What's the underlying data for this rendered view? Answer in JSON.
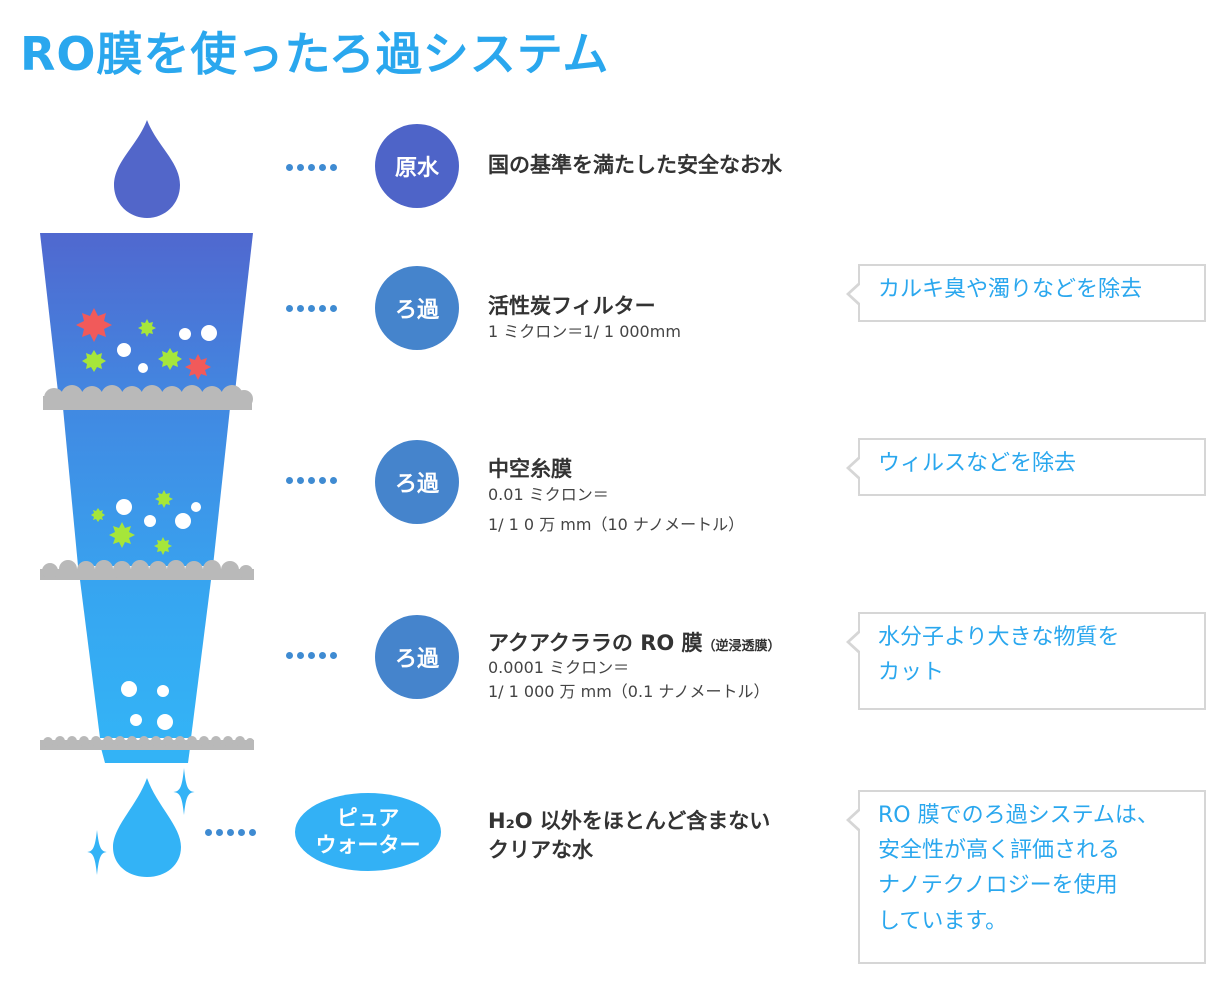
{
  "title": "RO膜を使ったろ過システム",
  "colors": {
    "title": "#2aa7ee",
    "dots": "#3f8bd2",
    "callout_text": "#2aa7ee",
    "pure_badge": "#33b1f5",
    "impurity_red": "#f15a5a",
    "impurity_green": "#a6e63a"
  },
  "stages": [
    {
      "badge": "原水",
      "badge_color": "#4e64c8",
      "heading": "国の基準を満たした安全なお水",
      "heading_note": "",
      "lines": [],
      "callout": []
    },
    {
      "badge": "ろ過",
      "badge_color": "#4584cc",
      "heading": "活性炭フィルター",
      "heading_note": "",
      "lines": [
        "1 ミクロン＝1/ 1 000mm"
      ],
      "callout": [
        "カルキ臭や濁りなどを除去"
      ]
    },
    {
      "badge": "ろ過",
      "badge_color": "#4584cc",
      "heading": "中空糸膜",
      "heading_note": "",
      "lines": [
        "0.01 ミクロン＝",
        "1/ 1 0 万 mm（10 ナノメートル）"
      ],
      "callout": [
        "ウィルスなどを除去"
      ]
    },
    {
      "badge": "ろ過",
      "badge_color": "#4584cc",
      "heading": "アクアクララの RO 膜",
      "heading_note": "（逆浸透膜）",
      "lines": [
        "0.0001 ミクロン＝",
        "1/ 1 000 万 mm（0.1 ナノメートル）"
      ],
      "callout": [
        "水分子より大きな物質を",
        "カット"
      ]
    },
    {
      "badge": [
        "ピュア",
        "ウォーター"
      ],
      "badge_color": "#33b1f5",
      "heading": "H₂O 以外をほとんど含まない",
      "heading2": "クリアな水",
      "lines": [],
      "callout": [
        "RO 膜でのろ過システムは、",
        "安全性が高く評価される",
        "ナノテクノロジーを使用",
        "しています。"
      ]
    }
  ]
}
